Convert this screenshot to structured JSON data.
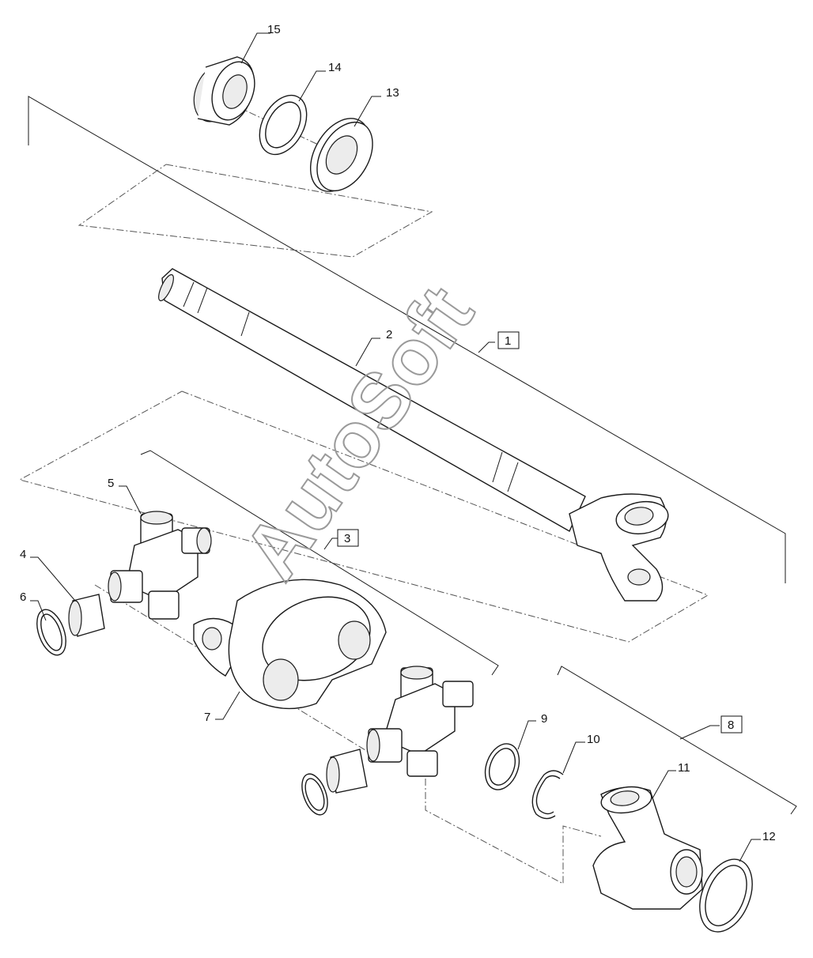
{
  "diagram": {
    "watermark": "AutoSoft",
    "callouts": [
      {
        "id": "1",
        "text": "1",
        "boxed": true
      },
      {
        "id": "2",
        "text": "2",
        "boxed": false
      },
      {
        "id": "3",
        "text": "3",
        "boxed": true
      },
      {
        "id": "4",
        "text": "4",
        "boxed": false
      },
      {
        "id": "5",
        "text": "5",
        "boxed": false
      },
      {
        "id": "6",
        "text": "6",
        "boxed": false
      },
      {
        "id": "7",
        "text": "7",
        "boxed": false
      },
      {
        "id": "8",
        "text": "8",
        "boxed": true
      },
      {
        "id": "9",
        "text": "9",
        "boxed": false
      },
      {
        "id": "10",
        "text": "10",
        "boxed": false
      },
      {
        "id": "11",
        "text": "11",
        "boxed": false
      },
      {
        "id": "12",
        "text": "12",
        "boxed": false
      },
      {
        "id": "13",
        "text": "13",
        "boxed": false
      },
      {
        "id": "14",
        "text": "14",
        "boxed": false
      },
      {
        "id": "15",
        "text": "15",
        "boxed": false
      }
    ],
    "colors": {
      "line": "#1a1a1a",
      "watermark": "#9a9a9a",
      "background": "#ffffff"
    }
  }
}
